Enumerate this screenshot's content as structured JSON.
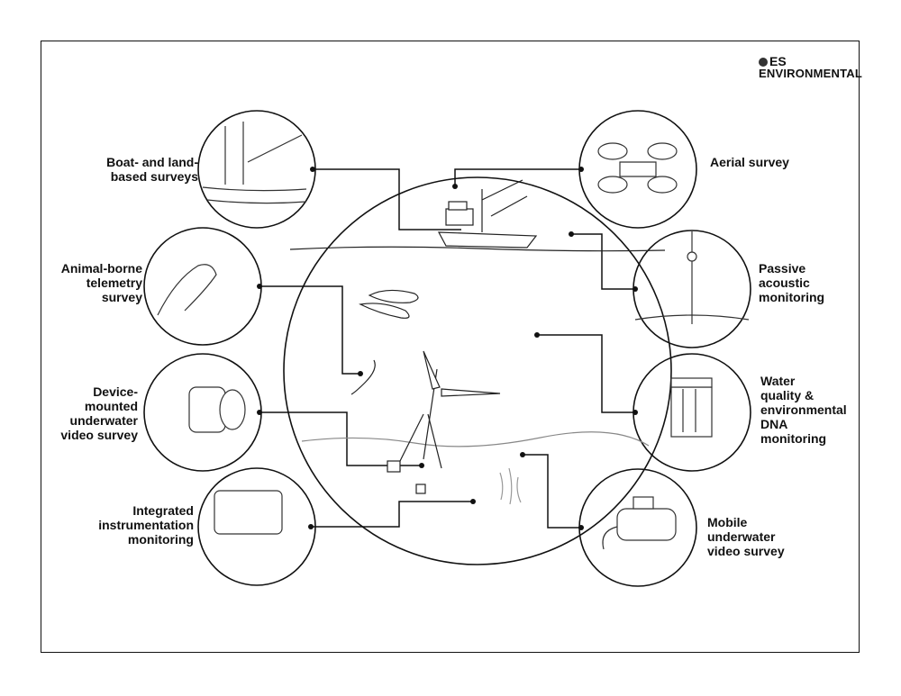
{
  "logo": {
    "line1": "ES",
    "line2": "ENVIRONMENTAL"
  },
  "labels": {
    "boat": "Boat- and land-\nbased surveys",
    "animal": "Animal-borne\ntelemetry\nsurvey",
    "device": "Device-\nmounted\nunderwater\nvideo survey",
    "integrated": "Integrated\ninstrumentation\nmonitoring",
    "aerial": "Aerial survey",
    "passive": "Passive\nacoustic\nmonitoring",
    "water": "Water\nquality &\nenvironmental\nDNA\nmonitoring",
    "mobile": "Mobile\nunderwater\nvideo survey"
  }
}
